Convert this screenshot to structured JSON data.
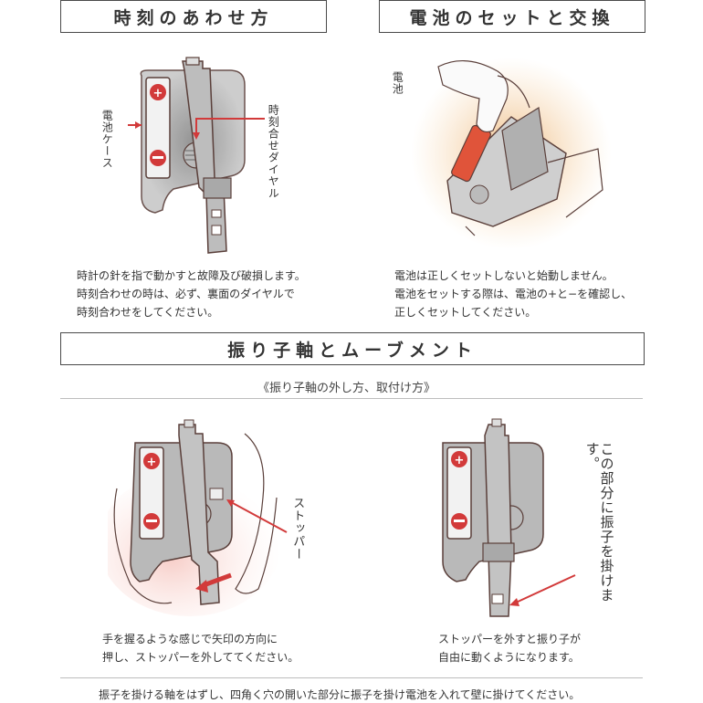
{
  "sections": {
    "time_setting": {
      "title": "時刻のあわせ方",
      "label_battery_case": "電池ケース",
      "label_dial": "時刻合せダイヤル",
      "caption": [
        "時計の針を指で動かすと故障及び破損します。",
        "時刻合わせの時は、必ず、裏面のダイヤルで",
        "時刻合わせをしてください。"
      ]
    },
    "battery": {
      "title": "電池のセットと交換",
      "label_battery": "電池",
      "caption": [
        "電池は正しくセットしないと始動しません。",
        "電池をセットする際は、電池の+と−を確認し、",
        "正しくセットしてください。"
      ]
    },
    "pendulum": {
      "title": "振り子軸とムーブメント",
      "subtitle": "《振り子軸の外し方、取付け方》",
      "label_stopper": "ストッパー",
      "label_hang": "この部分に振子を掛けます。",
      "caption_left": [
        "手を握るような感じで矢印の方向に",
        "押し、ストッパーを外しててください。"
      ],
      "caption_right": [
        "ストッパーを外すと振り子が",
        "自由に動くようになります。"
      ]
    }
  },
  "footer": "振子を掛ける軸をはずし、四角く穴の開いた部分に振子を掛け電池を入れて壁に掛けてください。",
  "colors": {
    "arrow": "#d23a3a",
    "outline": "#5a3f3a",
    "shade": "#9a9a9a",
    "orange": "#e8a45a"
  },
  "icons": [
    "plus-icon",
    "minus-icon",
    "arrow-icon"
  ]
}
